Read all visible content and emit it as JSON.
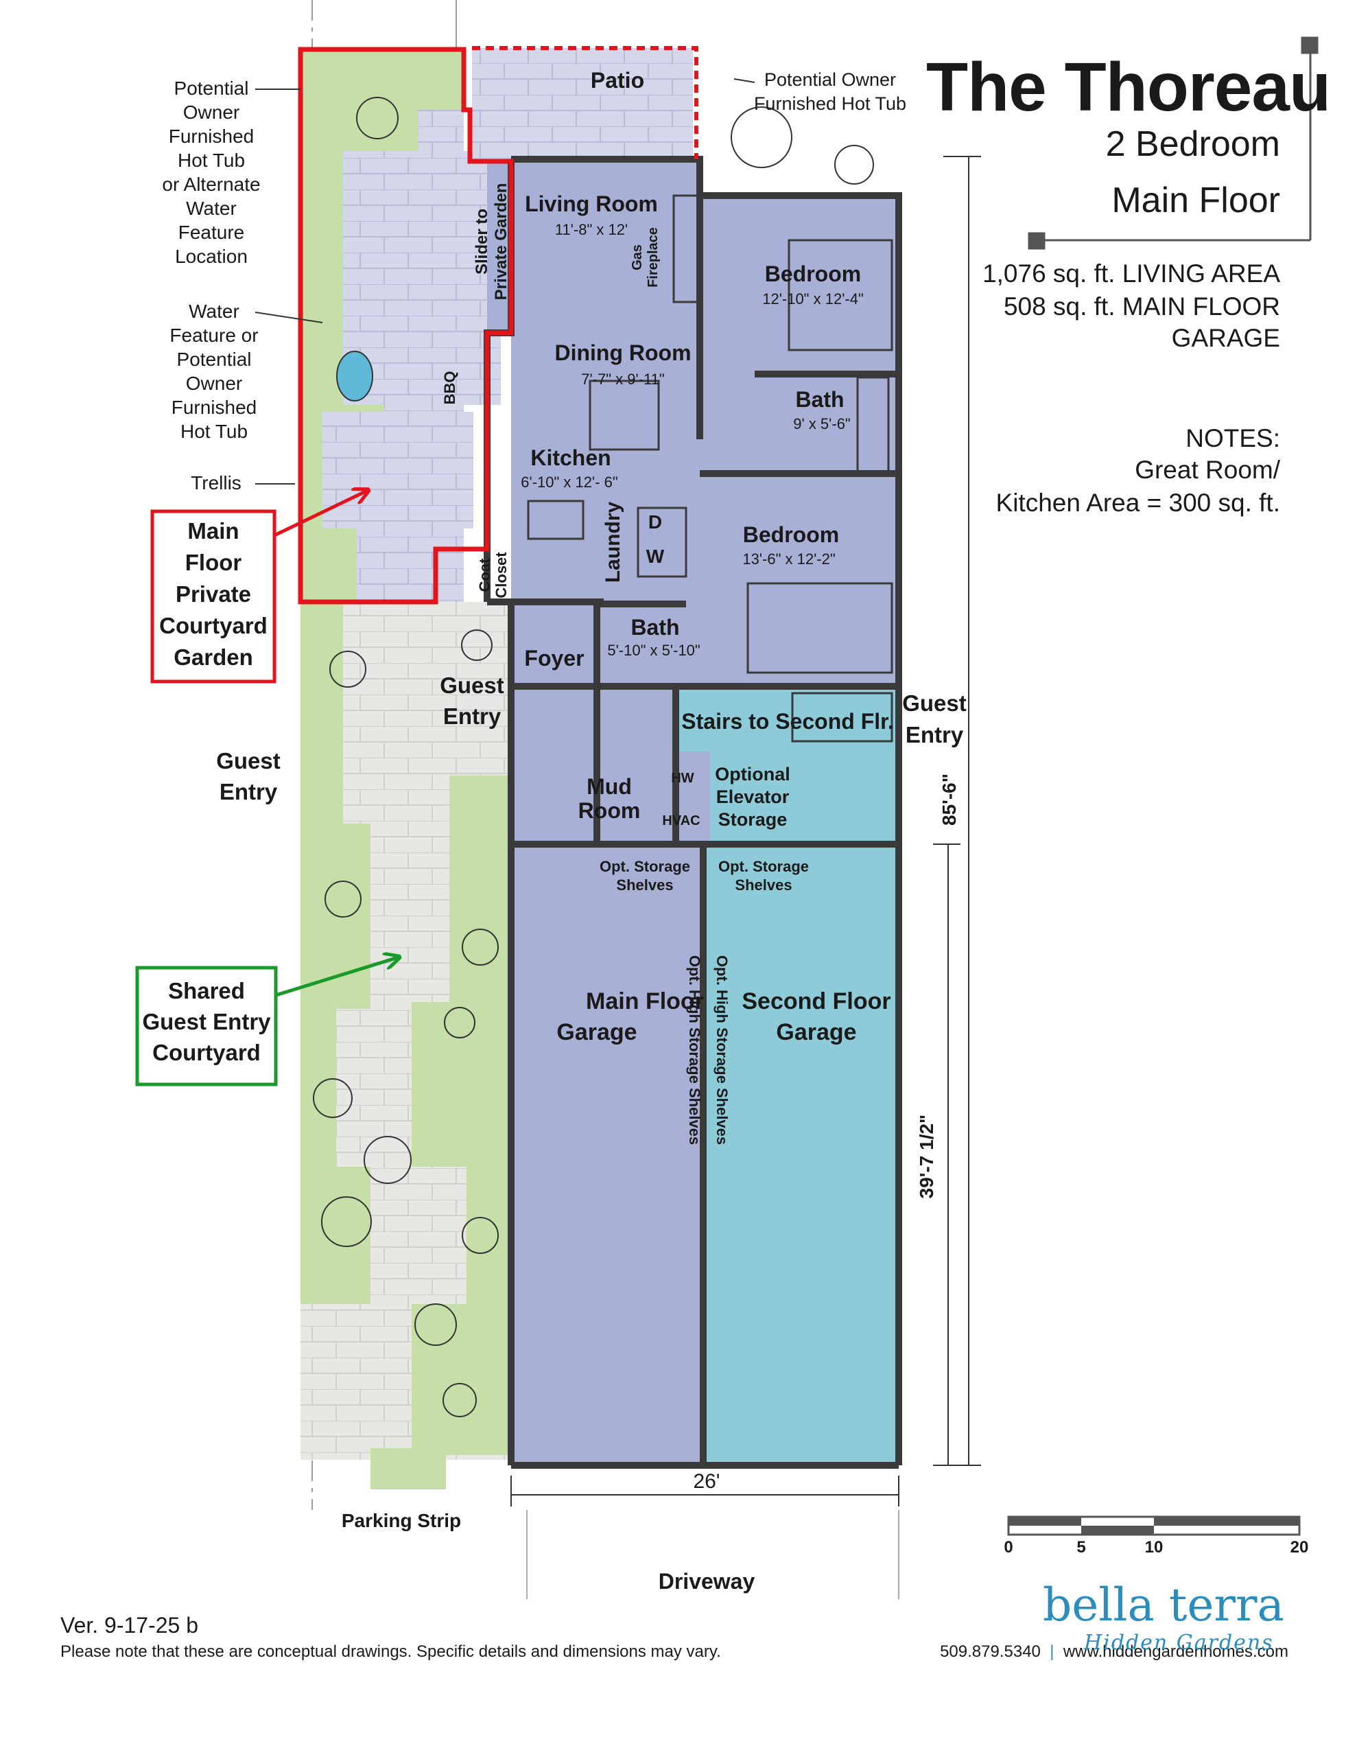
{
  "header": {
    "title": "The Thoreau",
    "subtitle_line1": "2 Bedroom",
    "subtitle_line2": "Main Floor",
    "living_area": "1,076 sq. ft. LIVING AREA",
    "garage_line1": "508 sq. ft. MAIN FLOOR",
    "garage_line2": "GARAGE",
    "notes_title": "NOTES:",
    "notes_line1": "Great Room/",
    "notes_line2": "Kitchen Area = 300 sq. ft."
  },
  "callouts": {
    "hot_tub_alt": [
      "Potential",
      "Owner",
      "Furnished",
      "Hot Tub",
      "or Alternate",
      "Water",
      "Feature",
      "Location"
    ],
    "water_feature": [
      "Water",
      "Feature or",
      "Potential",
      "Owner",
      "Furnished",
      "Hot Tub"
    ],
    "trellis": "Trellis",
    "hot_tub_top": [
      "Potential Owner",
      "Furnished Hot Tub"
    ],
    "private_courtyard": [
      "Main",
      "Floor",
      "Private",
      "Courtyard",
      "Garden"
    ],
    "shared_courtyard": [
      "Shared",
      "Guest Entry",
      "Courtyard"
    ],
    "guest_entry_left": [
      "Guest",
      "Entry"
    ],
    "guest_entry_mid": [
      "Guest",
      "Entry"
    ],
    "guest_entry_right": [
      "Guest",
      "Entry"
    ]
  },
  "rooms": {
    "patio": "Patio",
    "living_room": "Living Room",
    "living_room_dim": "11'-8\" x 12'",
    "gas_fireplace": [
      "Gas",
      "Fireplace"
    ],
    "slider": [
      "Slider to",
      "Private Garden"
    ],
    "dining_room": "Dining Room",
    "dining_room_dim": "7'-7\" x 9'-11\"",
    "bbq": "BBQ",
    "kitchen": "Kitchen",
    "kitchen_dim": "6'-10\" x 12'- 6\"",
    "bedroom1": "Bedroom",
    "bedroom1_dim": "12'-10\" x 12'-4\"",
    "bath1": "Bath",
    "bath1_dim": "9' x 5'-6\"",
    "bedroom2": "Bedroom",
    "bedroom2_dim": "13'-6\" x 12'-2\"",
    "laundry": "Laundry",
    "dryer": "D",
    "washer": "W",
    "coat_closet": [
      "Coat",
      "Closet"
    ],
    "bath2": "Bath",
    "bath2_dim": "5'-10\" x 5'-10\"",
    "foyer": "Foyer",
    "stairs": "Stairs to Second Flr.",
    "mud_room": [
      "Mud",
      "Room"
    ],
    "hw": "HW",
    "hvac": "HVAC",
    "elevator": [
      "Optional",
      "Elevator",
      "Storage"
    ],
    "storage_left": [
      "Opt. Storage",
      "Shelves"
    ],
    "storage_right": [
      "Opt. Storage",
      "Shelves"
    ],
    "high_shelves_left": "Opt. High Storage Shelves",
    "high_shelves_right": "Opt. High Storage Shelves",
    "main_garage": [
      "Main Floor",
      "Garage"
    ],
    "second_garage": [
      "Second Floor",
      "Garage"
    ],
    "parking_strip": "Parking Strip",
    "driveway": "Driveway"
  },
  "dimensions": {
    "overall_depth": "85'-6\"",
    "garage_depth": "39'-7 1/2\"",
    "width": "26'"
  },
  "scale_bar": {
    "ticks": [
      "0",
      "5",
      "10",
      "20"
    ]
  },
  "footer": {
    "version": "Ver. 9-17-25 b",
    "disclaimer": "Please note that these are conceptual drawings. Specific details and dimensions may vary.",
    "phone": "509.879.5340",
    "website": "www.hiddengardenhomes.com",
    "brand": "bella terra",
    "brand_tagline": "Hidden Gardens"
  },
  "colors": {
    "main_floor": "#a9b0d6",
    "second_floor": "#8ecbd8",
    "garden": "#c6dfa8",
    "paving": "#d7d9ea",
    "shared_paving": "#e6e7e3",
    "private_outline": "#e3141b",
    "shared_outline": "#1a9a2a",
    "wall": "#3a3a3a",
    "brand": "#2a8dbb"
  }
}
